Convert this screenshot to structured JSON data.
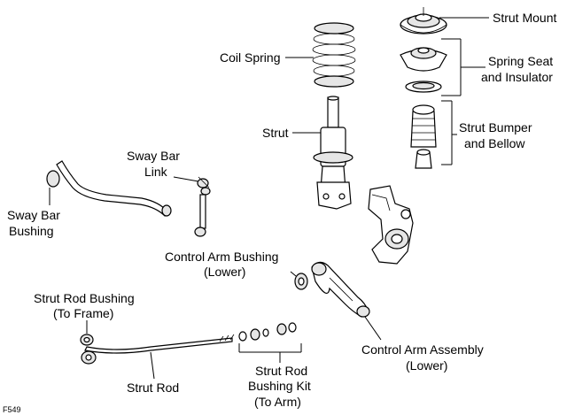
{
  "figure_code": "F549",
  "labels": {
    "strut_mount": "Strut Mount",
    "coil_spring": "Coil Spring",
    "spring_seat_1": "Spring Seat",
    "spring_seat_2": "and Insulator",
    "strut": "Strut",
    "strut_bumper_1": "Strut Bumper",
    "strut_bumper_2": "and Bellow",
    "sway_bar_link_1": "Sway Bar",
    "sway_bar_link_2": "Link",
    "sway_bar_bushing_1": "Sway Bar",
    "sway_bar_bushing_2": "Bushing",
    "control_arm_bushing_1": "Control Arm Bushing",
    "control_arm_bushing_2": "(Lower)",
    "strut_rod_bushing_frame_1": "Strut Rod Bushing",
    "strut_rod_bushing_frame_2": "(To Frame)",
    "control_arm_assembly_1": "Control Arm Assembly",
    "control_arm_assembly_2": "(Lower)",
    "strut_rod": "Strut Rod",
    "strut_rod_bushing_kit_1": "Strut Rod",
    "strut_rod_bushing_kit_2": "Bushing Kit",
    "strut_rod_bushing_kit_3": "(To Arm)"
  }
}
